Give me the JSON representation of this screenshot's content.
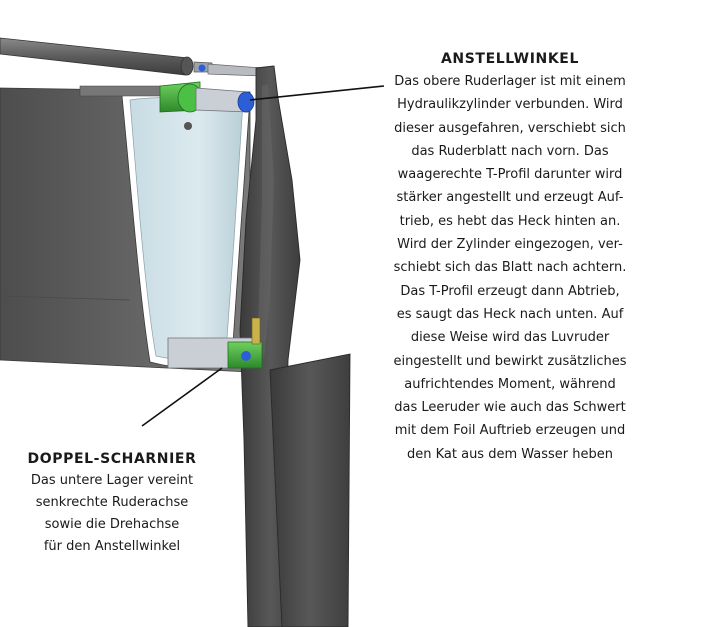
{
  "anstellwinkel": {
    "title": "ANSTELLWINKEL",
    "lines": [
      "Das obere Ruderlager ist mit einem",
      "Hydraulikzylinder verbunden. Wird",
      "dieser ausgefahren, verschiebt sich",
      "das Ruderblatt nach vorn. Das",
      "waagerechte T-Profil darunter wird",
      "stärker angestellt und erzeugt Auf-",
      "trieb, es hebt das Heck hinten an.",
      "Wird der Zylinder eingezogen, ver-",
      "schiebt sich das Blatt nach achtern.",
      "Das T-Profil erzeugt dann Abtrieb,",
      "es saugt das Heck nach unten. Auf",
      "diese Weise wird das Luvruder",
      "eingestellt und bewirkt  zusätzliches",
      "aufrichtendes Moment, während",
      "das Leeruder wie auch das Schwert",
      "mit dem Foil Auftrieb erzeugen und",
      "den Kat aus dem Wasser heben"
    ]
  },
  "doppel_scharnier": {
    "title": "DOPPEL-SCHARNIER",
    "lines": [
      "Das untere Lager vereint",
      "senkrechte Ruderachse",
      "sowie die Drehachse",
      "für den Anstellwinkel"
    ]
  },
  "colors": {
    "hull_dark": "#5a5a5a",
    "hull_mid": "#6e6e6e",
    "rudder": "#474747",
    "transom_glass": "#d5e4ea",
    "bearing_green": "#3fa83a",
    "cylinder_blue": "#2c5fd6",
    "pointer": "#111111"
  }
}
